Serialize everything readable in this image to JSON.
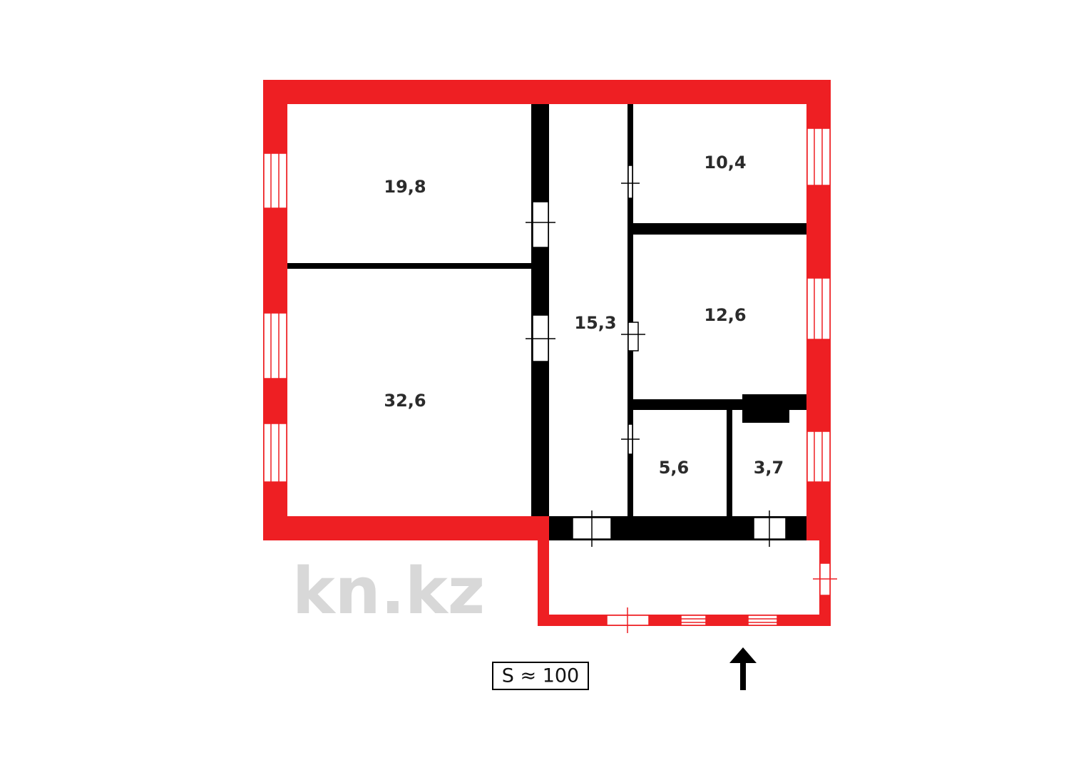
{
  "plan": {
    "rooms": [
      {
        "id": "room-a",
        "area": "19,8"
      },
      {
        "id": "room-b",
        "area": "32,6"
      },
      {
        "id": "corridor",
        "area": "15,3"
      },
      {
        "id": "room-c",
        "area": "10,4"
      },
      {
        "id": "room-d",
        "area": "12,6"
      },
      {
        "id": "room-e",
        "area": "5,6"
      },
      {
        "id": "room-f",
        "area": "3,7"
      }
    ],
    "total_area": "S ≈ 100",
    "entrance_arrow": "arrow-up-icon",
    "watermark": "kn.kz",
    "colors": {
      "exterior_wall": "#ee1f23",
      "interior_wall": "#000000",
      "label": "#2b2b2b"
    }
  }
}
